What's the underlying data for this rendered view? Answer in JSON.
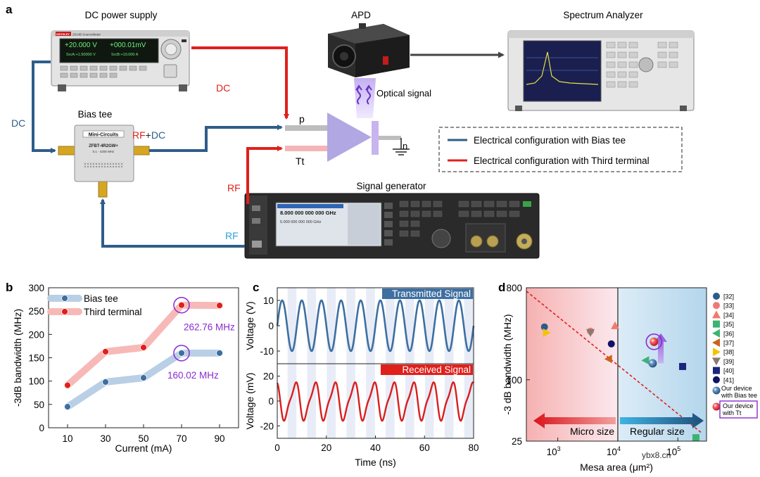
{
  "panel_labels": {
    "a": "a",
    "b": "b",
    "c": "c",
    "d": "d"
  },
  "schematic": {
    "dc_supply_title": "DC power supply",
    "dc_supply_brand": "KEITHLEY",
    "dc_supply_model": "2614B SourceMeter",
    "dc_supply_voltage": "+20.000 V",
    "dc_supply_current": "+000.01mV",
    "dc_supply_srca": "SrcA:+1.50000 V",
    "dc_supply_srcb": "SrcB:+10.000 A",
    "bias_tee_title": "Bias tee",
    "bias_tee_brand": "Mini-Circuits",
    "bias_tee_model_a": "ZFBT-4R2GW+",
    "bias_tee_model_b": "0.1 - 4200 MHz",
    "apd_title": "APD",
    "optical_signal": "Optical signal",
    "spectrum_title": "Spectrum Analyzer",
    "signal_gen_title": "Signal generator",
    "siggen_freq": "8.000 000 000 000 GHz",
    "siggen_freq2": "5.000 000 000 000 GHz",
    "lbl_dc_left": "DC",
    "lbl_dc_top": "DC",
    "lbl_rf_dc_rf": "RF",
    "lbl_rf_dc_plus": "+",
    "lbl_rf_dc_dc": "DC",
    "lbl_rf_left": "RF",
    "lbl_rf_bottom": "RF",
    "lbl_p": "p",
    "lbl_tt": "Tt",
    "lbl_n": "n",
    "legend_blue": "Electrical configuration with Bias tee",
    "legend_red": "Electrical configuration with Third terminal",
    "colors": {
      "blue": "#2f5d8a",
      "red": "#e0201b",
      "purple": "#9b86d8"
    }
  },
  "chart_data": [
    {
      "panel": "b",
      "type": "line",
      "xlabel": "Current (mA)",
      "ylabel": "-3dB bandwidth (MHz)",
      "x": [
        10,
        30,
        50,
        70,
        90
      ],
      "xlim": [
        0,
        100
      ],
      "ylim": [
        0,
        300
      ],
      "xticks": [
        10,
        30,
        50,
        70,
        90
      ],
      "yticks": [
        0,
        50,
        100,
        150,
        200,
        250,
        300
      ],
      "series": [
        {
          "name": "Bias tee",
          "values": [
            45,
            98,
            107,
            160.02,
            160
          ],
          "color": "#3d6fa0",
          "band": "#b9cfe6"
        },
        {
          "name": "Third terminal",
          "values": [
            91,
            163,
            172,
            262.76,
            262
          ],
          "color": "#e0201b",
          "band": "#f7b9b7"
        }
      ],
      "annotations": [
        {
          "text": "262.76 MHz",
          "x": 70,
          "y": 262.76,
          "color": "#8a2bd0"
        },
        {
          "text": "160.02 MHz",
          "x": 70,
          "y": 160.02,
          "color": "#8a2bd0"
        }
      ]
    },
    {
      "panel": "c",
      "type": "line",
      "xlabel": "Time (ns)",
      "xlim": [
        0,
        80
      ],
      "xticks": [
        0,
        20,
        40,
        60,
        80
      ],
      "subplots": [
        {
          "name": "Transmitted Signal",
          "ylabel": "Voltage (V)",
          "ylim": [
            -15,
            15
          ],
          "yticks": [
            -10,
            0,
            10
          ],
          "amplitude": 10,
          "period_ns": 8,
          "phase": 0,
          "color": "#3d6fa0"
        },
        {
          "name": "Received Signal",
          "ylabel": "Voltage (mV)",
          "ylim": [
            -30,
            30
          ],
          "yticks": [
            -20,
            0,
            20
          ],
          "amplitude": 17,
          "period_ns": 8,
          "phase": 2.2,
          "color": "#d81f1f"
        }
      ]
    },
    {
      "panel": "d",
      "type": "scatter",
      "xlabel": "Mesa area (μm²)",
      "ylabel": "-3 dB bandwidth (MHz)",
      "xscale": "log",
      "yscale": "log",
      "xlim": [
        300,
        300000
      ],
      "ylim": [
        25,
        800
      ],
      "yticks": [
        25,
        100,
        800
      ],
      "xticks": [
        1000,
        10000,
        100000
      ],
      "xtick_labels": [
        {
          "base": "10",
          "exp": "3"
        },
        {
          "base": "10",
          "exp": "4"
        },
        {
          "base": "10",
          "exp": "5"
        }
      ],
      "region_left": "Micro size",
      "region_right": "Regular size",
      "points": [
        {
          "ref": "[32]",
          "x": 600,
          "y": 330,
          "color": "#2a5b8c",
          "marker": "circle"
        },
        {
          "ref": "[33]",
          "x": 3500,
          "y": 300,
          "color": "#f07878",
          "marker": "circle"
        },
        {
          "ref": "[34]",
          "x": 9000,
          "y": 340,
          "color": "#f27a6a",
          "marker": "triangle-up"
        },
        {
          "ref": "[35]",
          "x": 200000,
          "y": 27,
          "color": "#3cb371",
          "marker": "square"
        },
        {
          "ref": "[36]",
          "x": 29000,
          "y": 155,
          "color": "#3cb371",
          "marker": "triangle-left"
        },
        {
          "ref": "[37]",
          "x": 7000,
          "y": 160,
          "color": "#c8641e",
          "marker": "triangle-left"
        },
        {
          "ref": "[38]",
          "x": 650,
          "y": 290,
          "color": "#f2c400",
          "marker": "triangle-right"
        },
        {
          "ref": "[39]",
          "x": 3500,
          "y": 290,
          "color": "#8a7a72",
          "marker": "triangle-down"
        },
        {
          "ref": "[40]",
          "x": 120000,
          "y": 135,
          "color": "#1a237e",
          "marker": "square"
        },
        {
          "ref": "[41]",
          "x": 7800,
          "y": 225,
          "color": "#0d1463",
          "marker": "circle"
        },
        {
          "ref": "Our device with Bias tee",
          "x": 38000,
          "y": 145,
          "color": "#3d6fa0",
          "marker": "ball"
        },
        {
          "ref": "Our device with Tt",
          "x": 40000,
          "y": 236,
          "color": "#e0201b",
          "marker": "ball"
        }
      ],
      "legend_entries": [
        "[32]",
        "[33]",
        "[34]",
        "[35]",
        "[36]",
        "[37]",
        "[38]",
        "[39]",
        "[40]",
        "[41]"
      ],
      "legend_ours_bias": [
        "Our device",
        "with Bias tee"
      ],
      "legend_ours_tt": [
        "Our device",
        "with Tt"
      ]
    }
  ],
  "watermark": "ybx8.cn"
}
